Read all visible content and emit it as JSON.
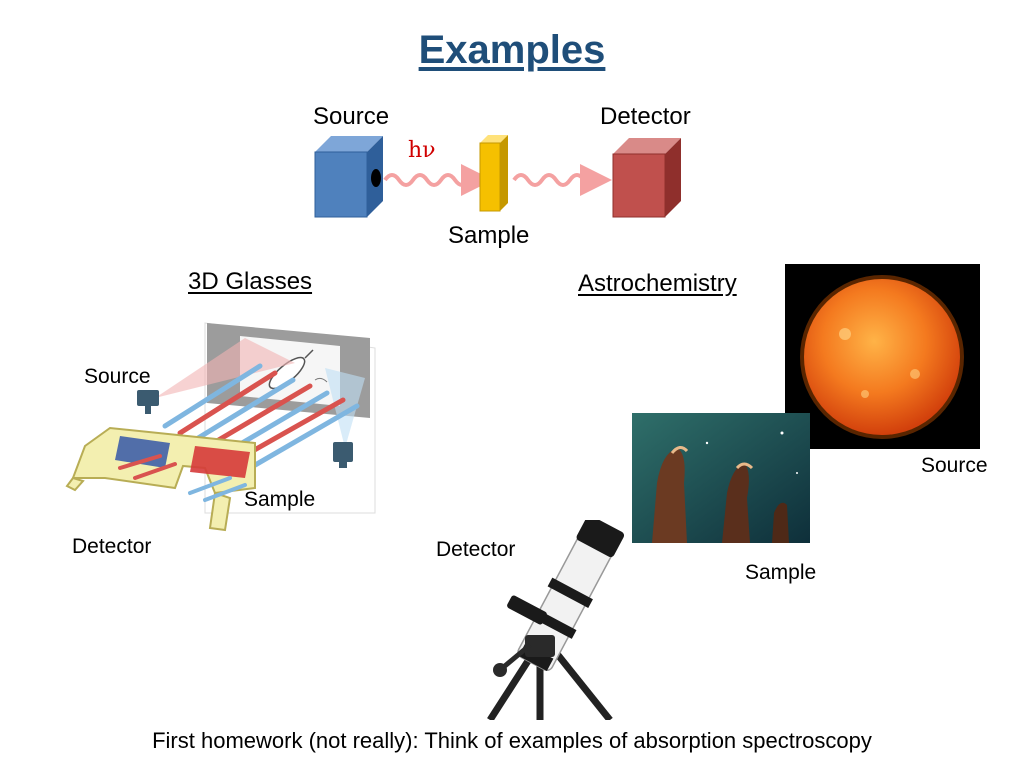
{
  "title": "Examples",
  "diagram": {
    "source_label": "Source",
    "detector_label": "Detector",
    "sample_label": "Sample",
    "photon_label": "hν",
    "colors": {
      "source_box": "#4f81bd",
      "sample_slab": "#f5c000",
      "detector_box": "#c0504d",
      "wave": "#f4a1a1"
    }
  },
  "glasses": {
    "heading": "3D Glasses",
    "source_label": "Source",
    "sample_label": "Sample",
    "detector_label": "Detector"
  },
  "astro": {
    "heading": "Astrochemistry",
    "source_label": "Source",
    "sample_label": "Sample",
    "detector_label": "Detector"
  },
  "footer": "First homework (not really): Think of examples of absorption spectroscopy"
}
